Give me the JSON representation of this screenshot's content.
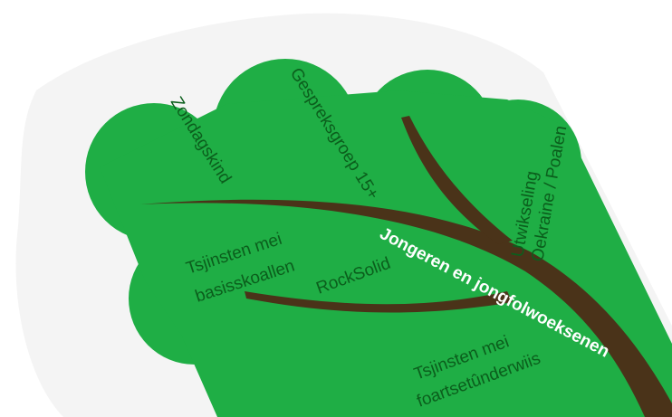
{
  "colors": {
    "background": "#ffffff",
    "leaf": "#1fae45",
    "leaf_edge": "#14952f",
    "halo": "#f4f4f4",
    "vein": "#4a3319",
    "label_text": "#0b5e1c",
    "main_label_text": "#ffffff"
  },
  "diagram": {
    "main_label": "Jongeren en jongfolwoeksenen",
    "branches": [
      {
        "id": "zondagskind",
        "label": "Zondagskind"
      },
      {
        "id": "gespreksgroep",
        "label": "Gespreksgroep 15+"
      },
      {
        "id": "utwikseling-line1",
        "label": "Utwikseling"
      },
      {
        "id": "utwikseling-line2",
        "label": "Oekraine / Poalen"
      },
      {
        "id": "basisskoallen-line1",
        "label": "Tsjinsten mei"
      },
      {
        "id": "basisskoallen-line2",
        "label": "basisskoallen"
      },
      {
        "id": "rocksolid",
        "label": "RockSolid"
      },
      {
        "id": "foartset-line1",
        "label": "Tsjinsten mei"
      },
      {
        "id": "foartset-line2",
        "label": "foartsetûnderwiis"
      }
    ]
  }
}
